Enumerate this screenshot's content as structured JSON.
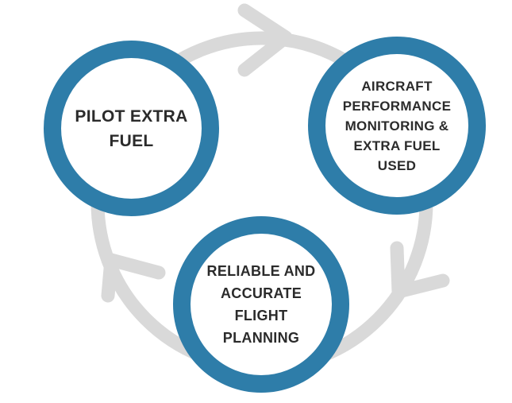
{
  "palette": {
    "background": "#ffffff",
    "node_ring": "#2e7da9",
    "node_fill": "#ffffff",
    "cycle_arrow": "#d9d9d9",
    "text": "#2b2b2b"
  },
  "diagram": {
    "type": "cycle",
    "direction": "clockwise",
    "arrow_count": 3,
    "nodes": [
      {
        "id": "pilot-extra-fuel",
        "label": "PILOT EXTRA FUEL",
        "lines": [
          "PILOT EXTRA",
          "FUEL"
        ]
      },
      {
        "id": "aircraft-performance-monitoring",
        "label": "AIRCRAFT PERFORMANCE MONITORING & EXTRA FUEL USED",
        "lines": [
          "AIRCRAFT",
          "PERFORMANCE",
          "MONITORING &",
          "EXTRA FUEL",
          "USED"
        ]
      },
      {
        "id": "reliable-flight-planning",
        "label": "RELIABLE AND ACCURATE FLIGHT PLANNING",
        "lines": [
          "RELIABLE AND",
          "ACCURATE",
          "FLIGHT",
          "PLANNING"
        ]
      }
    ]
  }
}
